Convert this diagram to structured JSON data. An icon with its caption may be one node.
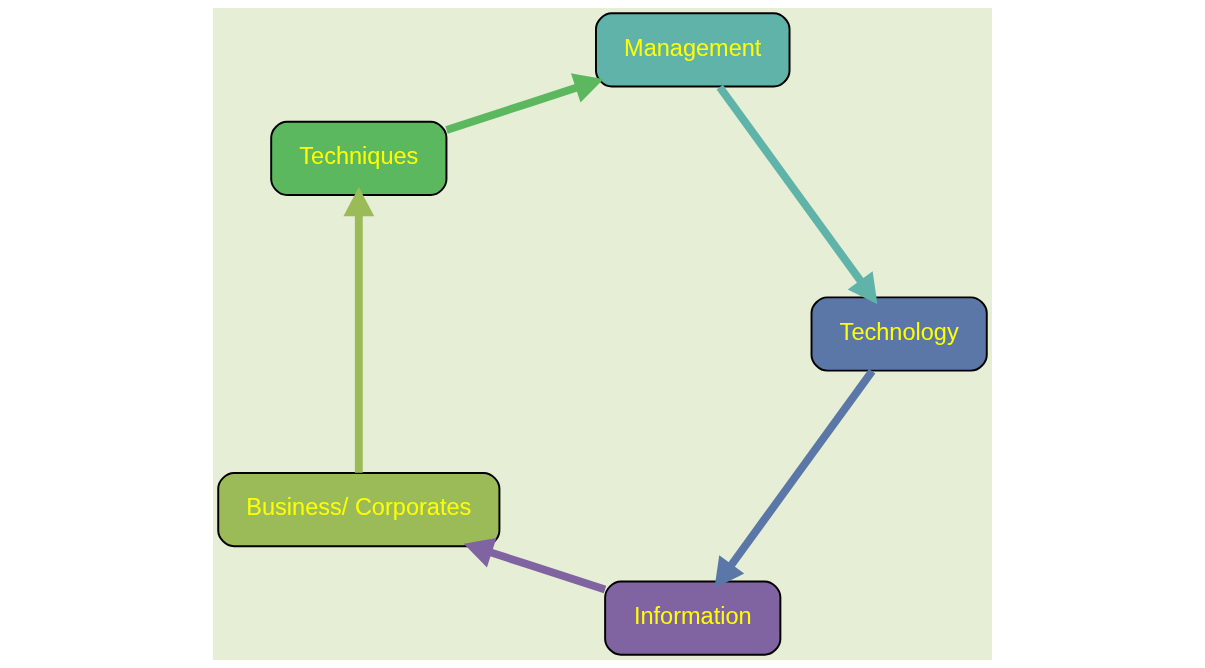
{
  "diagram": {
    "nodes": [
      {
        "text": [
          "Information"
        ]
      },
      {
        "text": [
          "Business/ Corporates"
        ]
      },
      {
        "text": [
          "Techniques"
        ]
      },
      {
        "text": [
          "Management"
        ]
      },
      {
        "text": [
          "Technology"
        ]
      }
    ],
    "edges": [
      {
        "from": 0,
        "to": 1,
        "arrow": "to",
        "color": "#8064a2"
      },
      {
        "from": 1,
        "to": 2,
        "arrow": "to",
        "color": "#9bbb59"
      },
      {
        "from": 2,
        "to": 3,
        "arrow": "to",
        "color": "#5cb85f"
      },
      {
        "from": 3,
        "to": 4,
        "arrow": "to",
        "color": "#5fb3a8"
      },
      {
        "from": 4,
        "to": 0,
        "arrow": "to",
        "color": "#5b77a8"
      }
    ]
  }
}
